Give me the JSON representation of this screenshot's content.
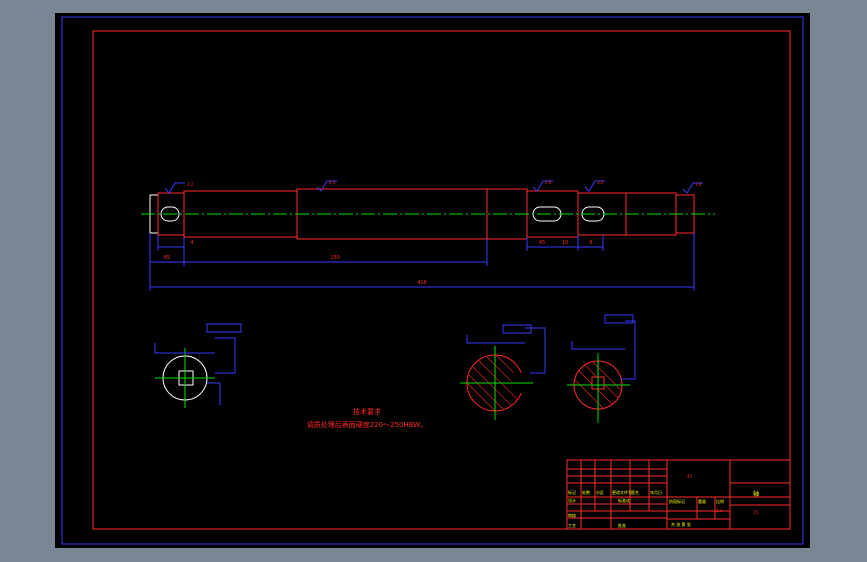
{
  "colors": {
    "background": "#000000",
    "frame": "#ff2a2a",
    "shaft": "#ff2a2a",
    "dimension": "#3a3aff",
    "centerline": "#00e000",
    "text": "#ff2a2a",
    "table_text": "#ffff00",
    "white": "#ffffff",
    "hatch": "#ff2a2a"
  },
  "technical_requirements": {
    "title": "技术要求",
    "line1": "调质处理后表面硬度220～250HBW。"
  },
  "dimension_labels": {
    "overall": "418",
    "middle": "150",
    "left_step": "65",
    "left_small": "4",
    "keyway_len_right": "45",
    "right_small_1": "10",
    "right_small_2": "6"
  },
  "roughness_labels": {
    "r1": "3.2",
    "r2": "6.3",
    "r3": "1.6",
    "r4": "3.2",
    "r5": "1.6"
  },
  "title_block": {
    "part_name": "轴",
    "scale_label": "1:1",
    "material": "45",
    "row_headers": [
      "标记",
      "处数",
      "分区",
      "更改文件号",
      "签名",
      "年月日"
    ],
    "design": "设计",
    "standardize": "标准化",
    "stage_mark": "阶段标记",
    "weight": "重量",
    "scale": "比例",
    "review": "审核",
    "process": "工艺",
    "approve": "批准",
    "sheet": "共 张 第 张"
  }
}
